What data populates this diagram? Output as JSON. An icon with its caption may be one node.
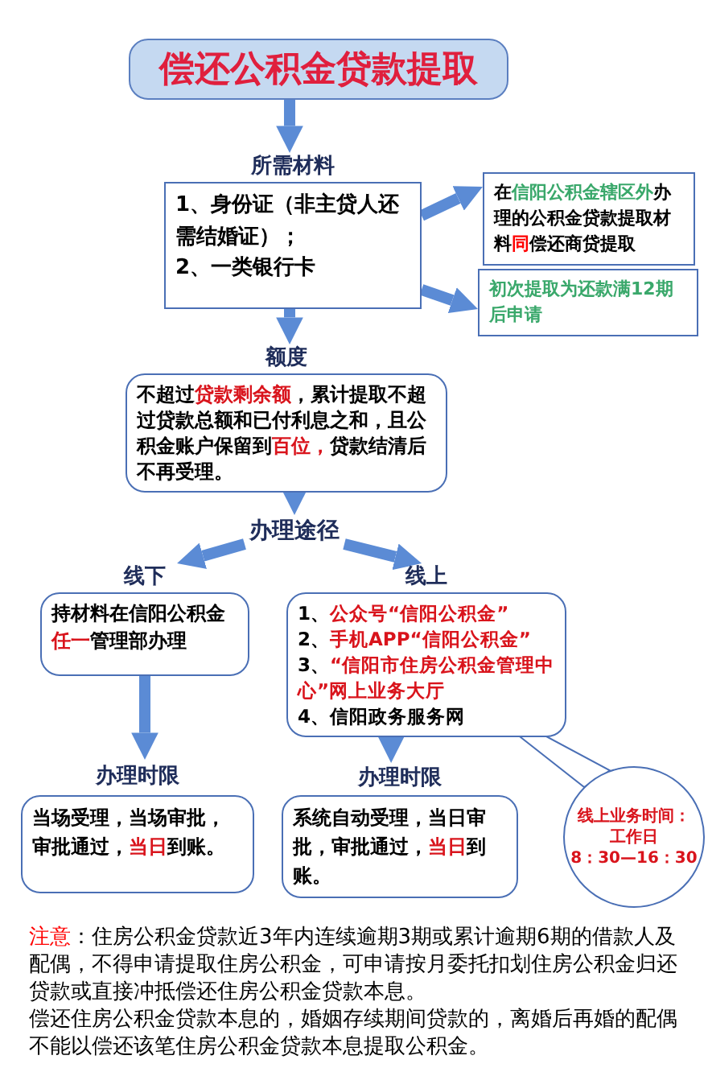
{
  "diagram": {
    "nodes": [
      {
        "text": [
          "偿还公积金贷款提取"
        ]
      },
      {
        "text": [
          "所需材料",
          "1、身份证（非主贷人还需结婚证）；",
          "2、一类银行卡"
        ]
      },
      {
        "text": [
          "在**信阳公积金辖区外**办理的公积金贷款提取材料**同**偿还商贷提取"
        ]
      },
      {
        "text": [
          "初次提取为还款满12期后申请"
        ]
      },
      {
        "text": [
          "额度",
          "不超过**贷款剩余额**，累计提取不超过贷款总额和已付利息之和，且公积金账户保留到**百位，**贷款结清后不再受理。"
        ]
      },
      {
        "text": [
          "办理途径"
        ]
      },
      {
        "text": [
          "线下",
          "持材料在信阳公积金**任一**管理部办理"
        ]
      },
      {
        "text": [
          "线上",
          "1、**公众号“信阳公积金”**",
          "2、**手机APP“信阳公积金”**",
          "3、**“信阳市住房公积金管理中心”网上业务大厅**",
          "4、信阳政务服务网"
        ]
      },
      {
        "text": [
          "办理时限",
          "当场受理，当场审批，审批通过，**当日**到账。"
        ]
      },
      {
        "text": [
          "办理时限",
          "系统自动受理，当日审批，审批通过，**当日**到账。"
        ]
      },
      {
        "text": [
          "线上业务时间：",
          "工作日",
          "8：30—16：30"
        ]
      }
    ],
    "edges": [
      {
        "from": 0,
        "to": 1,
        "arrow": "to"
      },
      {
        "from": 1,
        "to": 2,
        "arrow": "to"
      },
      {
        "from": 1,
        "to": 3,
        "arrow": "to"
      },
      {
        "from": 1,
        "to": 4,
        "arrow": "to"
      },
      {
        "from": 4,
        "to": 5,
        "arrow": "to"
      },
      {
        "from": 5,
        "to": 6,
        "arrow": "to"
      },
      {
        "from": 5,
        "to": 7,
        "arrow": "to"
      },
      {
        "from": 6,
        "to": 8,
        "arrow": "to"
      },
      {
        "from": 7,
        "to": 9,
        "arrow": "to"
      },
      {
        "from": 10,
        "to": 7,
        "arrow": "none"
      }
    ],
    "labels": [
      "**注意**：住房公积金贷款近3年内连续逾期3期或累计逾期6期的借款人及配偶，不得申请提取住房公积金，可申请按月委托扣划住房公积金归还贷款或直接冲抵偿还住房公积金贷款本息。",
      "偿还住房公积金贷款本息的，婚姻存续期间贷款的，离婚后再婚的配偶不能以偿还该笔住房公积金贷款本息提取公积金。"
    ]
  }
}
